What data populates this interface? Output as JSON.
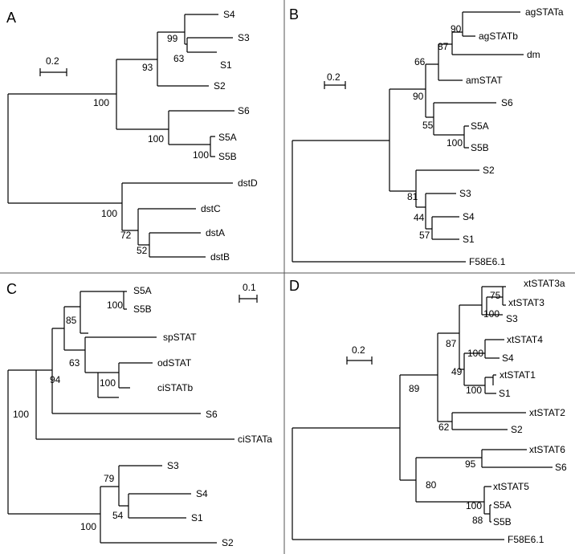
{
  "panels": {
    "a": {
      "letter": "A",
      "scale": "0.2",
      "leaves": [
        "S4",
        "S3",
        "S1",
        "S2",
        "S6",
        "S5A",
        "S5B",
        "dstD",
        "dstC",
        "dstA",
        "dstB"
      ],
      "supports": [
        "99",
        "63",
        "93",
        "100",
        "100",
        "100",
        "100",
        "72",
        "52"
      ]
    },
    "b": {
      "letter": "B",
      "scale": "0.2",
      "leaves": [
        "agSTATa",
        "agSTATb",
        "dm",
        "amSTAT",
        "S6",
        "S5A",
        "S5B",
        "S2",
        "S3",
        "S4",
        "S1",
        "F58E6.1"
      ],
      "supports": [
        "90",
        "87",
        "66",
        "90",
        "55",
        "100",
        "81",
        "44",
        "57"
      ]
    },
    "c": {
      "letter": "C",
      "scale": "0.1",
      "leaves": [
        "S5A",
        "S5B",
        "spSTAT",
        "odSTAT",
        "ciSTATb",
        "S6",
        "ciSTATa",
        "S3",
        "S4",
        "S1",
        "S2"
      ],
      "supports": [
        "100",
        "85",
        "63",
        "100",
        "94",
        "100",
        "79",
        "54",
        "100"
      ]
    },
    "d": {
      "letter": "D",
      "scale": "0.2",
      "leaves": [
        "xtSTAT3a",
        "xtSTAT3",
        "S3",
        "xtSTAT4",
        "S4",
        "xtSTAT1",
        "S1",
        "xtSTAT2",
        "S2",
        "xtSTAT6",
        "S6",
        "xtSTAT5",
        "S5A",
        "S5B",
        "F58E6.1"
      ],
      "supports": [
        "75",
        "100",
        "87",
        "100",
        "49",
        "100",
        "89",
        "62",
        "95",
        "80",
        "100",
        "88"
      ]
    }
  }
}
